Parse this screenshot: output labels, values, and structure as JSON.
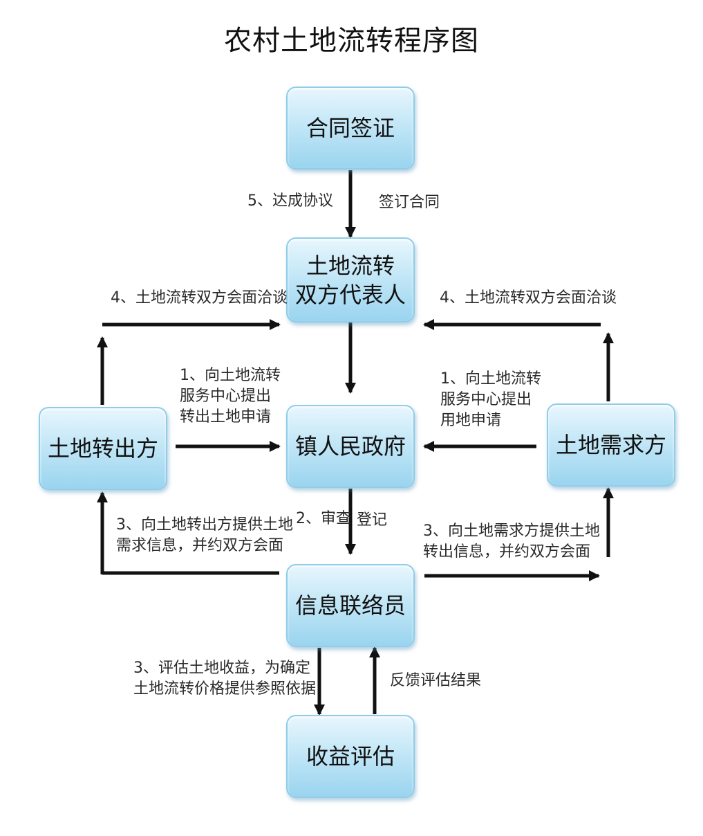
{
  "title": "农村土地流转程序图",
  "nodes": {
    "contract": "合同签证",
    "representatives": [
      "土地流转",
      "双方代表人"
    ],
    "government": "镇人民政府",
    "transferor": "土地转出方",
    "demander": "土地需求方",
    "liaison": "信息联络员",
    "evaluation": "收益评估"
  },
  "labels": {
    "reach_agreement": "5、达成协议",
    "sign_contract": "签订合同",
    "negotiate_left": "4、土地流转双方会面洽谈",
    "negotiate_right": "4、土地流转双方会面洽谈",
    "apply_out": [
      "1、向土地流转",
      "服务中心提出",
      "转出土地申请"
    ],
    "apply_use": [
      "1、向土地流转",
      "服务中心提出",
      "用地申请"
    ],
    "review": "2、审查",
    "register": "登记",
    "info_to_transferor": [
      "3、向土地转出方提供土地",
      "需求信息，并约双方会面"
    ],
    "info_to_demander": [
      "3、向土地需求方提供土地",
      "转出信息，并约双方会面"
    ],
    "evaluate_income": [
      "3、评估土地收益，为确定",
      "土地流转价格提供参照依据"
    ],
    "feedback": "反馈评估结果"
  }
}
